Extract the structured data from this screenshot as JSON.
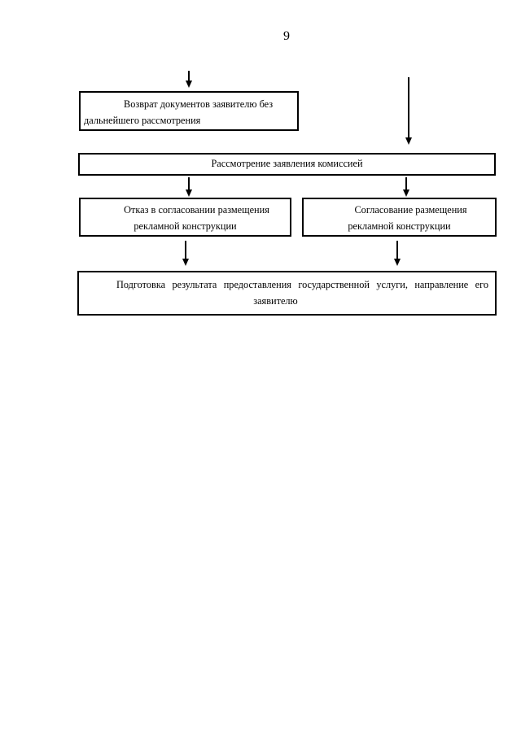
{
  "page": {
    "number": "9"
  },
  "colors": {
    "ink": "#000000",
    "background": "#ffffff"
  },
  "flowchart": {
    "nodes": [
      {
        "id": "return-documents",
        "lines": [
          "Возврат документов заявителю без",
          "дальнейшего рассмотрения"
        ]
      },
      {
        "id": "commission-review",
        "lines": [
          "Рассмотрение заявления комиссией"
        ]
      },
      {
        "id": "placement-refusal",
        "lines": [
          "Отказ в согласовании размещения",
          "рекламной конструкции"
        ]
      },
      {
        "id": "placement-approval",
        "lines": [
          "Согласование размещения",
          "рекламной конструкции"
        ]
      },
      {
        "id": "result-preparation",
        "lines": [
          "Подготовка результата предоставления государственной услуги, направление его",
          "заявителю"
        ]
      }
    ]
  }
}
